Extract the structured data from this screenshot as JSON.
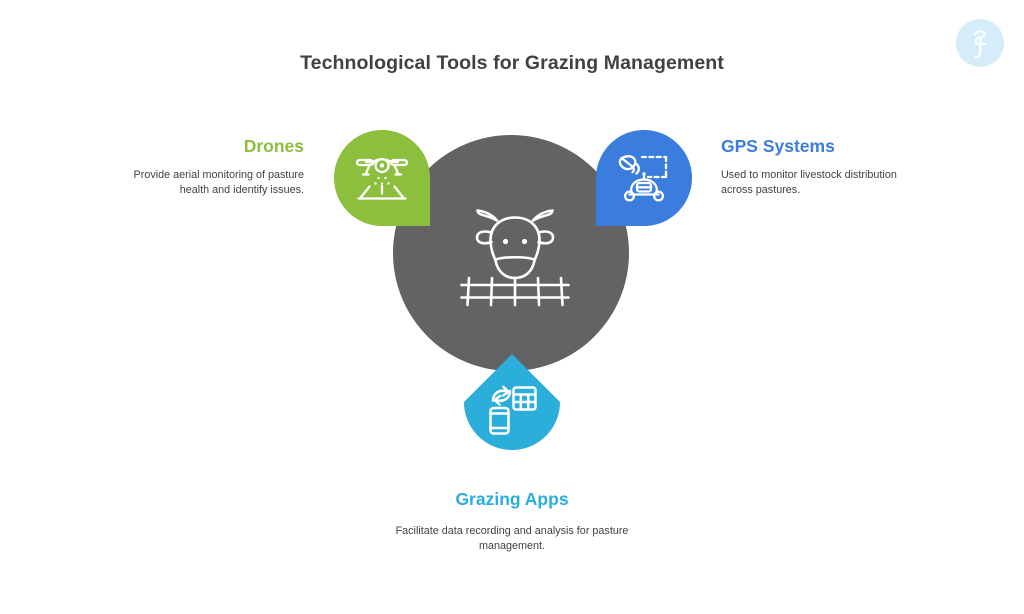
{
  "page": {
    "title": "Technological Tools for Grazing Management",
    "background_color": "#ffffff"
  },
  "logo": {
    "name": "brand-logo",
    "color": "#d6ecf8"
  },
  "hub": {
    "icon_name": "cow-and-fence-icon",
    "color": "#636363",
    "stroke_color": "#ffffff"
  },
  "nodes": [
    {
      "id": "drones",
      "heading": "Drones",
      "description": "Provide aerial monitoring of pasture health and identify issues.",
      "color": "#8BBF3D",
      "heading_color": "#8BBF3D",
      "icon_name": "drone-icon",
      "pointer": "bottom-right"
    },
    {
      "id": "gps",
      "heading": "GPS Systems",
      "description": "Used to monitor livestock distribution across pastures.",
      "color": "#3B7DDD",
      "heading_color": "#3B7DDD",
      "icon_name": "gps-satellite-tractor-icon",
      "pointer": "bottom-left"
    },
    {
      "id": "apps",
      "heading": "Grazing Apps",
      "description": "Facilitate data recording and analysis for pasture management.",
      "color": "#2CAEDB",
      "heading_color": "#2CAEDB",
      "icon_name": "mobile-spreadsheet-sync-icon",
      "pointer": "top"
    }
  ]
}
